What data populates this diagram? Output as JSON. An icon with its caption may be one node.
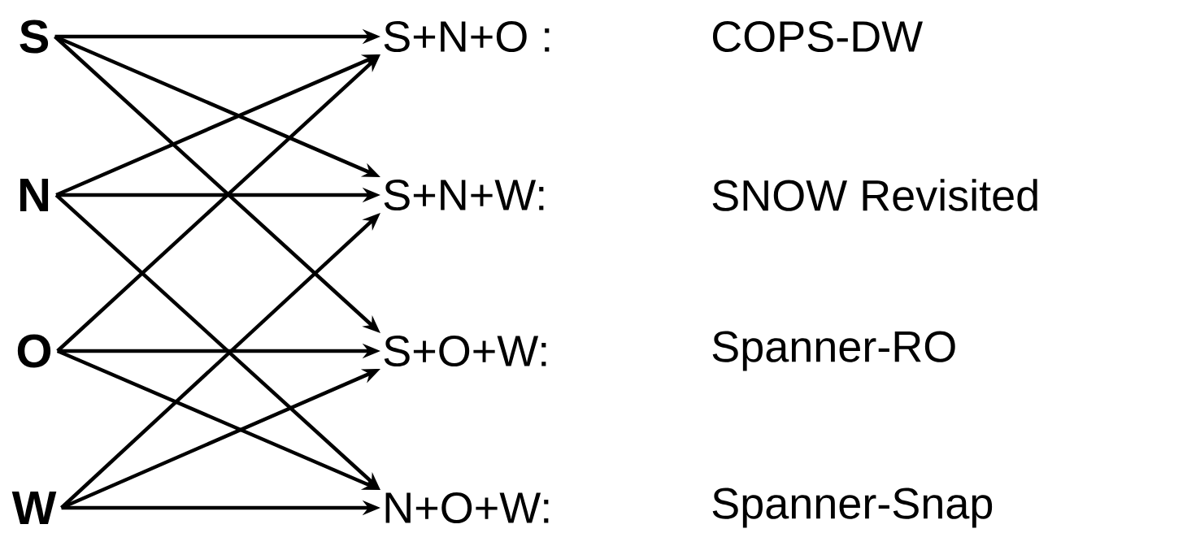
{
  "diagram": {
    "nodes": [
      {
        "text": [
          "S"
        ]
      },
      {
        "text": [
          "N"
        ]
      },
      {
        "text": [
          "O"
        ]
      },
      {
        "text": [
          "W"
        ]
      },
      {
        "text": [
          "S+N+O :"
        ],
        "beside": [
          "COPS-DW"
        ]
      },
      {
        "text": [
          "S+N+W:"
        ],
        "beside": [
          "SNOW Revisited"
        ]
      },
      {
        "text": [
          "S+O+W:"
        ],
        "beside": [
          "Spanner-RO"
        ]
      },
      {
        "text": [
          "N+O+W:"
        ],
        "beside": [
          "Spanner-Snap"
        ]
      }
    ],
    "edges": [
      {
        "from": 0,
        "to": 4,
        "arrow": "to"
      },
      {
        "from": 0,
        "to": 5,
        "arrow": "to"
      },
      {
        "from": 0,
        "to": 6,
        "arrow": "to"
      },
      {
        "from": 1,
        "to": 4,
        "arrow": "to"
      },
      {
        "from": 1,
        "to": 5,
        "arrow": "to"
      },
      {
        "from": 1,
        "to": 7,
        "arrow": "to"
      },
      {
        "from": 2,
        "to": 4,
        "arrow": "to"
      },
      {
        "from": 2,
        "to": 6,
        "arrow": "to"
      },
      {
        "from": 2,
        "to": 7,
        "arrow": "to"
      },
      {
        "from": 3,
        "to": 5,
        "arrow": "to"
      },
      {
        "from": 3,
        "to": 6,
        "arrow": "to"
      },
      {
        "from": 3,
        "to": 7,
        "arrow": "to"
      }
    ]
  }
}
